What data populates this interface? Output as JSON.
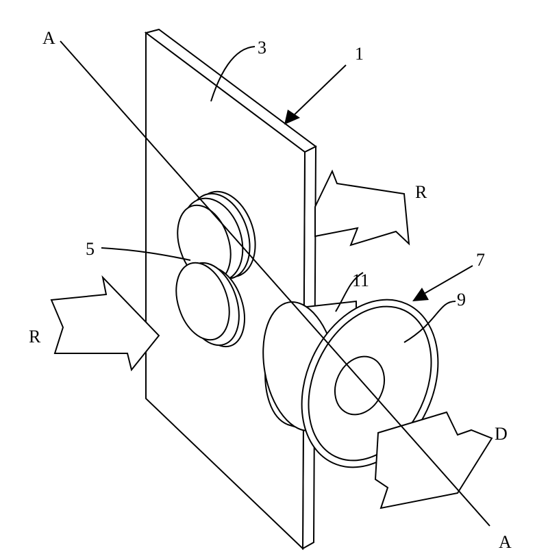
{
  "figure": {
    "labels": {
      "device": "1",
      "plate": "3",
      "axis_top": "A",
      "axis_bottom": "A",
      "force_right": "R",
      "force_left": "R",
      "button": "5",
      "component": "7",
      "sleeve": "11",
      "flange": "9",
      "direction": "D"
    }
  }
}
